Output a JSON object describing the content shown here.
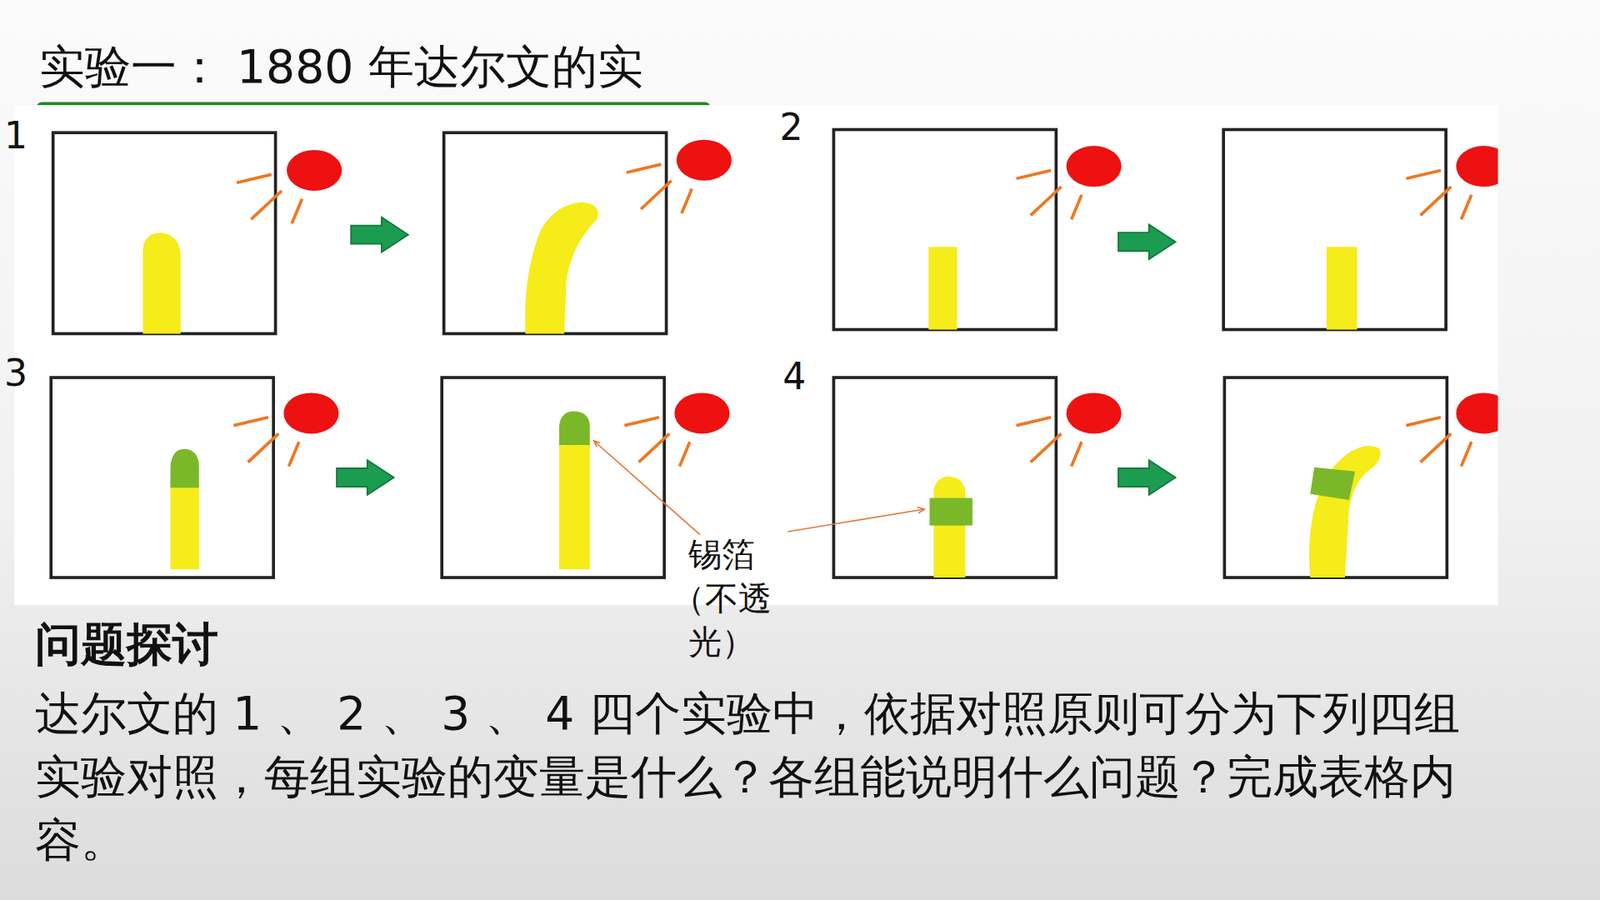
{
  "diagram": {
    "title": "实验一： 1880 年达尔文的实",
    "labels": [
      "1",
      "2",
      "3",
      "4",
      "锡箔 （不透 光）",
      "问题探讨",
      "达尔文的 1 、 2 、 3 、 4 四个实验中，依据对照原则可分为下列四组实验对照，每组实验的变量是什么？各组能说明什么问题？完成表格内容。"
    ]
  }
}
